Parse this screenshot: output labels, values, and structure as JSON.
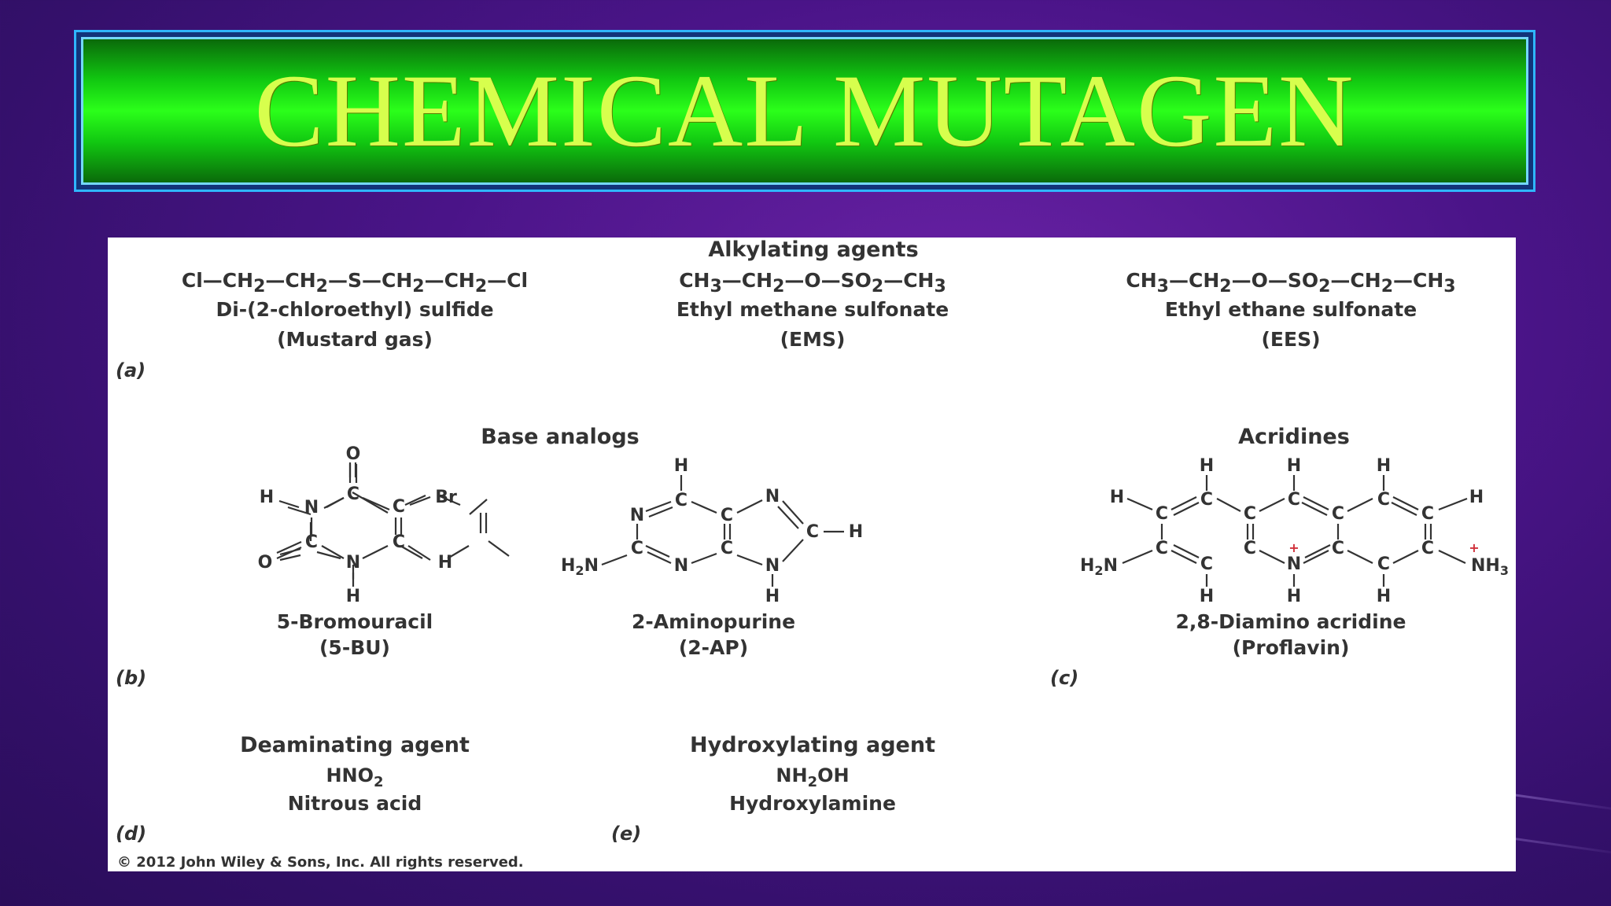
{
  "title": "CHEMICAL MUTAGEN",
  "panels": {
    "a": {
      "label": "(a)",
      "heading": "Alkylating agents",
      "compounds": [
        {
          "formula": "Cl—CH2—CH2—S—CH2—CH2—Cl",
          "name": "Di-(2-chloroethyl) sulfide",
          "alias": "(Mustard gas)"
        },
        {
          "formula": "CH3—CH2—O—SO2—CH3",
          "name": "Ethyl methane sulfonate",
          "alias": "(EMS)"
        },
        {
          "formula": "CH3—CH2—O—SO2—CH2—CH3",
          "name": "Ethyl ethane sulfonate",
          "alias": "(EES)"
        }
      ]
    },
    "b": {
      "label": "(b)",
      "heading": "Base analogs",
      "compounds": [
        {
          "name": "5-Bromouracil",
          "alias": "(5-BU)"
        },
        {
          "name": "2-Aminopurine",
          "alias": "(2-AP)"
        }
      ]
    },
    "c": {
      "label": "(c)",
      "heading": "Acridines",
      "compounds": [
        {
          "name": "2,8-Diamino acridine",
          "alias": "(Proflavin)"
        }
      ]
    },
    "d": {
      "label": "(d)",
      "heading": "Deaminating agent",
      "formula": "HNO2",
      "name": "Nitrous acid"
    },
    "e": {
      "label": "(e)",
      "heading": "Hydroxylating agent",
      "formula": "NH2OH",
      "name": "Hydroxylamine"
    }
  },
  "copyright": "© 2012 John Wiley & Sons, Inc. All rights reserved."
}
